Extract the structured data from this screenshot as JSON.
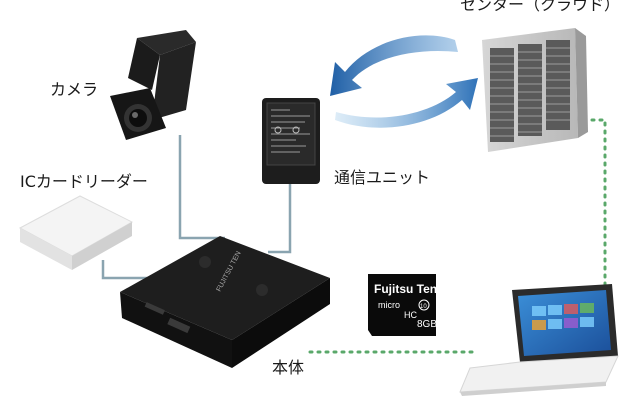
{
  "labels": {
    "center": "センター（クラウド）",
    "camera": "カメラ",
    "comm_unit": "通信ユニット",
    "ic_reader": "ICカードリーダー",
    "main_unit": "本体"
  },
  "device_text": {
    "main_unit_brand": "FUJITSU TEN",
    "sd_brand": "Fujitsu Ten",
    "sd_micro": "micro",
    "sd_hc": "HC",
    "sd_capacity": "8GB",
    "sd_class": "10"
  },
  "colors": {
    "arrow_blue": "#2f72b8",
    "connector": "#8aa4b0",
    "dotted_green": "#5aa86a"
  }
}
